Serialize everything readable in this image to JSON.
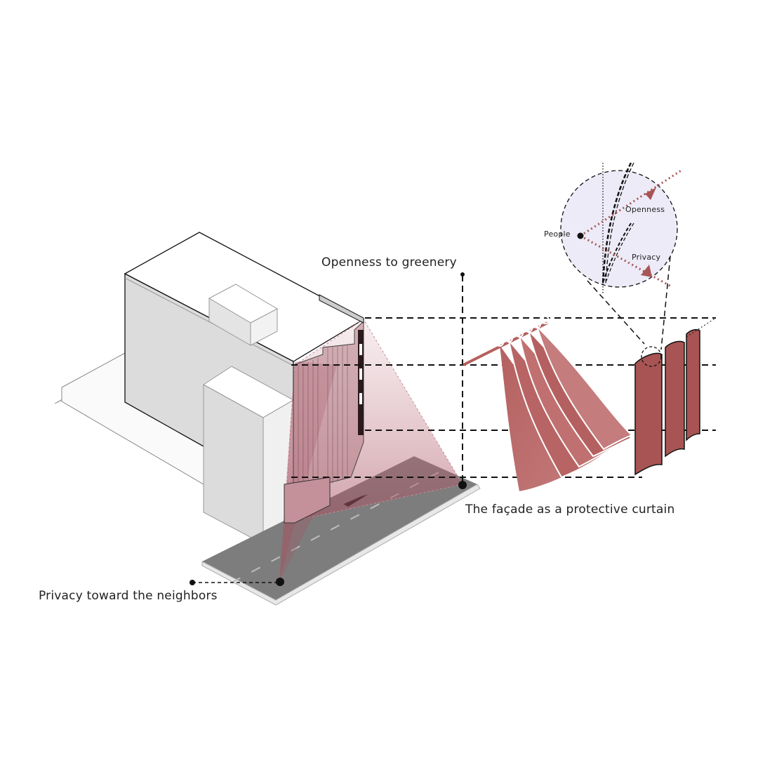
{
  "labels": {
    "openness_greenery": "Openness to greenery",
    "facade_curtain": "The façade as a protective curtain",
    "privacy_neighbors": "Privacy toward the neighbors",
    "people": "People",
    "openness": "Openness",
    "privacy": "Privacy"
  },
  "colors": {
    "curtain": "#a85454",
    "pink_view": "#c98b97",
    "street": "#7d7d7d",
    "magnifier_fill": "#ecebf7",
    "building": "#dcdcdc"
  }
}
